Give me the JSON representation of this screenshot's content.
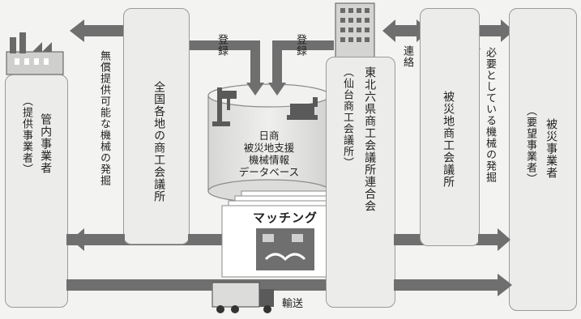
{
  "nodes": {
    "kannai": {
      "main": "管内事業者",
      "sub": "（提供事業者）"
    },
    "zenkoku": {
      "label": "全国各地の商工会議所"
    },
    "tohoku": {
      "main": "東北六県商工会議所連合会",
      "sub": "（仙台商工会議所）"
    },
    "hisaichi_cci": {
      "label": "被災地商工会議所"
    },
    "hisai": {
      "main": "被災事業者",
      "sub": "（要望事業者）"
    }
  },
  "database": {
    "lines": [
      "日商",
      "被災地支援",
      "機械情報",
      "データベース"
    ]
  },
  "matching": {
    "title": "マッチング"
  },
  "labels": {
    "muryo": "無償提供可能な機械の発掘",
    "hitsuyo": "必要としている機械の発掘",
    "toroku_left": "登録",
    "toroku_right": "登録",
    "renraku": "連絡",
    "yuso": "輸送"
  },
  "colors": {
    "arrow": "#6f6f6f",
    "box": "#ececea",
    "database": "#e7e7e5",
    "matching_card": "#ffffff"
  }
}
